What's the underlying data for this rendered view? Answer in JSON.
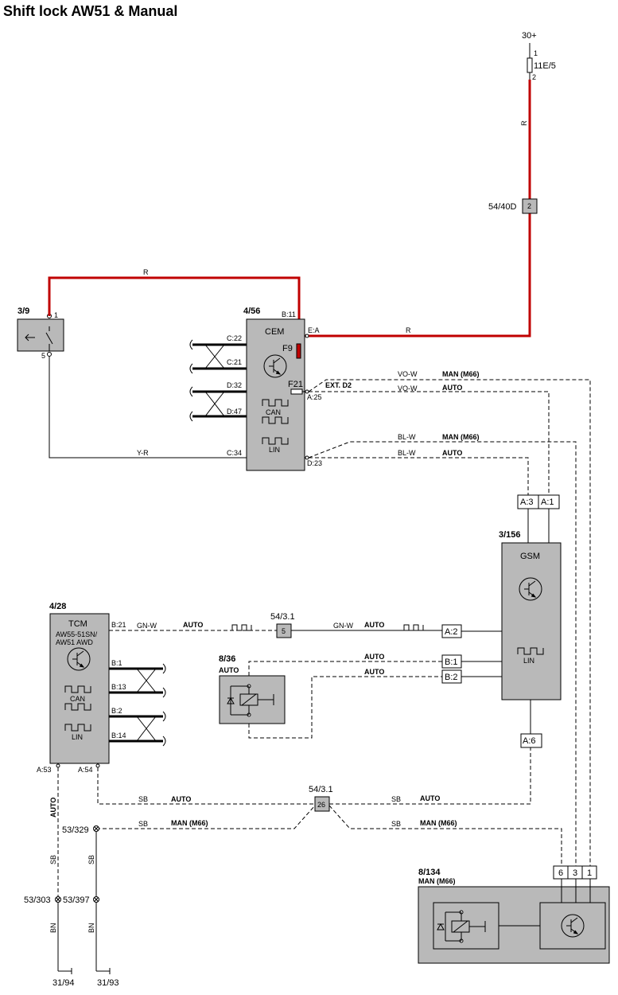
{
  "title": "Shift lock AW51 & Manual",
  "supply": {
    "terminal": "30+",
    "fuse": "11E/5",
    "pin1": "1",
    "pin2": "2",
    "wire_color": "R",
    "connector": "54/40D",
    "connector_pin": "2"
  },
  "switch_3_9": {
    "id": "3/9",
    "pin_top": "1",
    "pin_bottom": "5",
    "wire_top": "R",
    "wire_bottom": "Y-R"
  },
  "cem": {
    "id": "4/56",
    "name": "CEM",
    "fuse_f9": "F9",
    "fuse_f21": "F21",
    "pin_b11": "B:11",
    "pin_ea": "E:A",
    "pin_a25": "A:25",
    "pin_d23": "D:23",
    "pin_c22": "C:22",
    "pin_c21": "C:21",
    "pin_d32": "D:32",
    "pin_d47": "D:47",
    "pin_c34": "C:34",
    "can": "CAN",
    "lin": "LIN",
    "ext": "EXT. D2",
    "wire_r": "R"
  },
  "cem_wires": {
    "vow": "VO-W",
    "blw": "BL-W",
    "man": "MAN (M66)",
    "auto": "AUTO"
  },
  "gsm": {
    "id": "3/156",
    "name": "GSM",
    "pin_a3": "A:3",
    "pin_a1": "A:1",
    "pin_a2": "A:2",
    "pin_b1": "B:1",
    "pin_b2": "B:2",
    "pin_a6": "A:6",
    "lin": "LIN"
  },
  "tcm": {
    "id": "4/28",
    "name": "TCM",
    "sub1": "AW55-51SN/",
    "sub2": "AW51 AWD",
    "pin_b21": "B:21",
    "pin_b1": "B:1",
    "pin_b13": "B:13",
    "pin_b2": "B:2",
    "pin_b14": "B:14",
    "pin_a53": "A:53",
    "pin_a54": "A:54",
    "can": "CAN",
    "lin": "LIN"
  },
  "tcm_wires": {
    "gnw": "GN-W",
    "auto": "AUTO",
    "splice": "54/3.1",
    "splice_pin": "5"
  },
  "relay_8_36": {
    "id": "8/36",
    "label": "AUTO",
    "wire_auto1": "AUTO",
    "wire_auto2": "AUTO"
  },
  "ground_wires": {
    "sb": "SB",
    "auto": "AUTO",
    "man": "MAN (M66)",
    "splice": "54/3.1",
    "splice_pin": "26",
    "auto_vertical": "AUTO",
    "sb_v": "SB",
    "bn_v": "BN",
    "g1": "53/329",
    "g2": "53/303",
    "g3": "53/397",
    "e1": "31/94",
    "e2": "31/93"
  },
  "unit_8_134": {
    "id": "8/134",
    "label": "MAN (M66)",
    "pin6": "6",
    "pin3": "3",
    "pin1": "1"
  }
}
